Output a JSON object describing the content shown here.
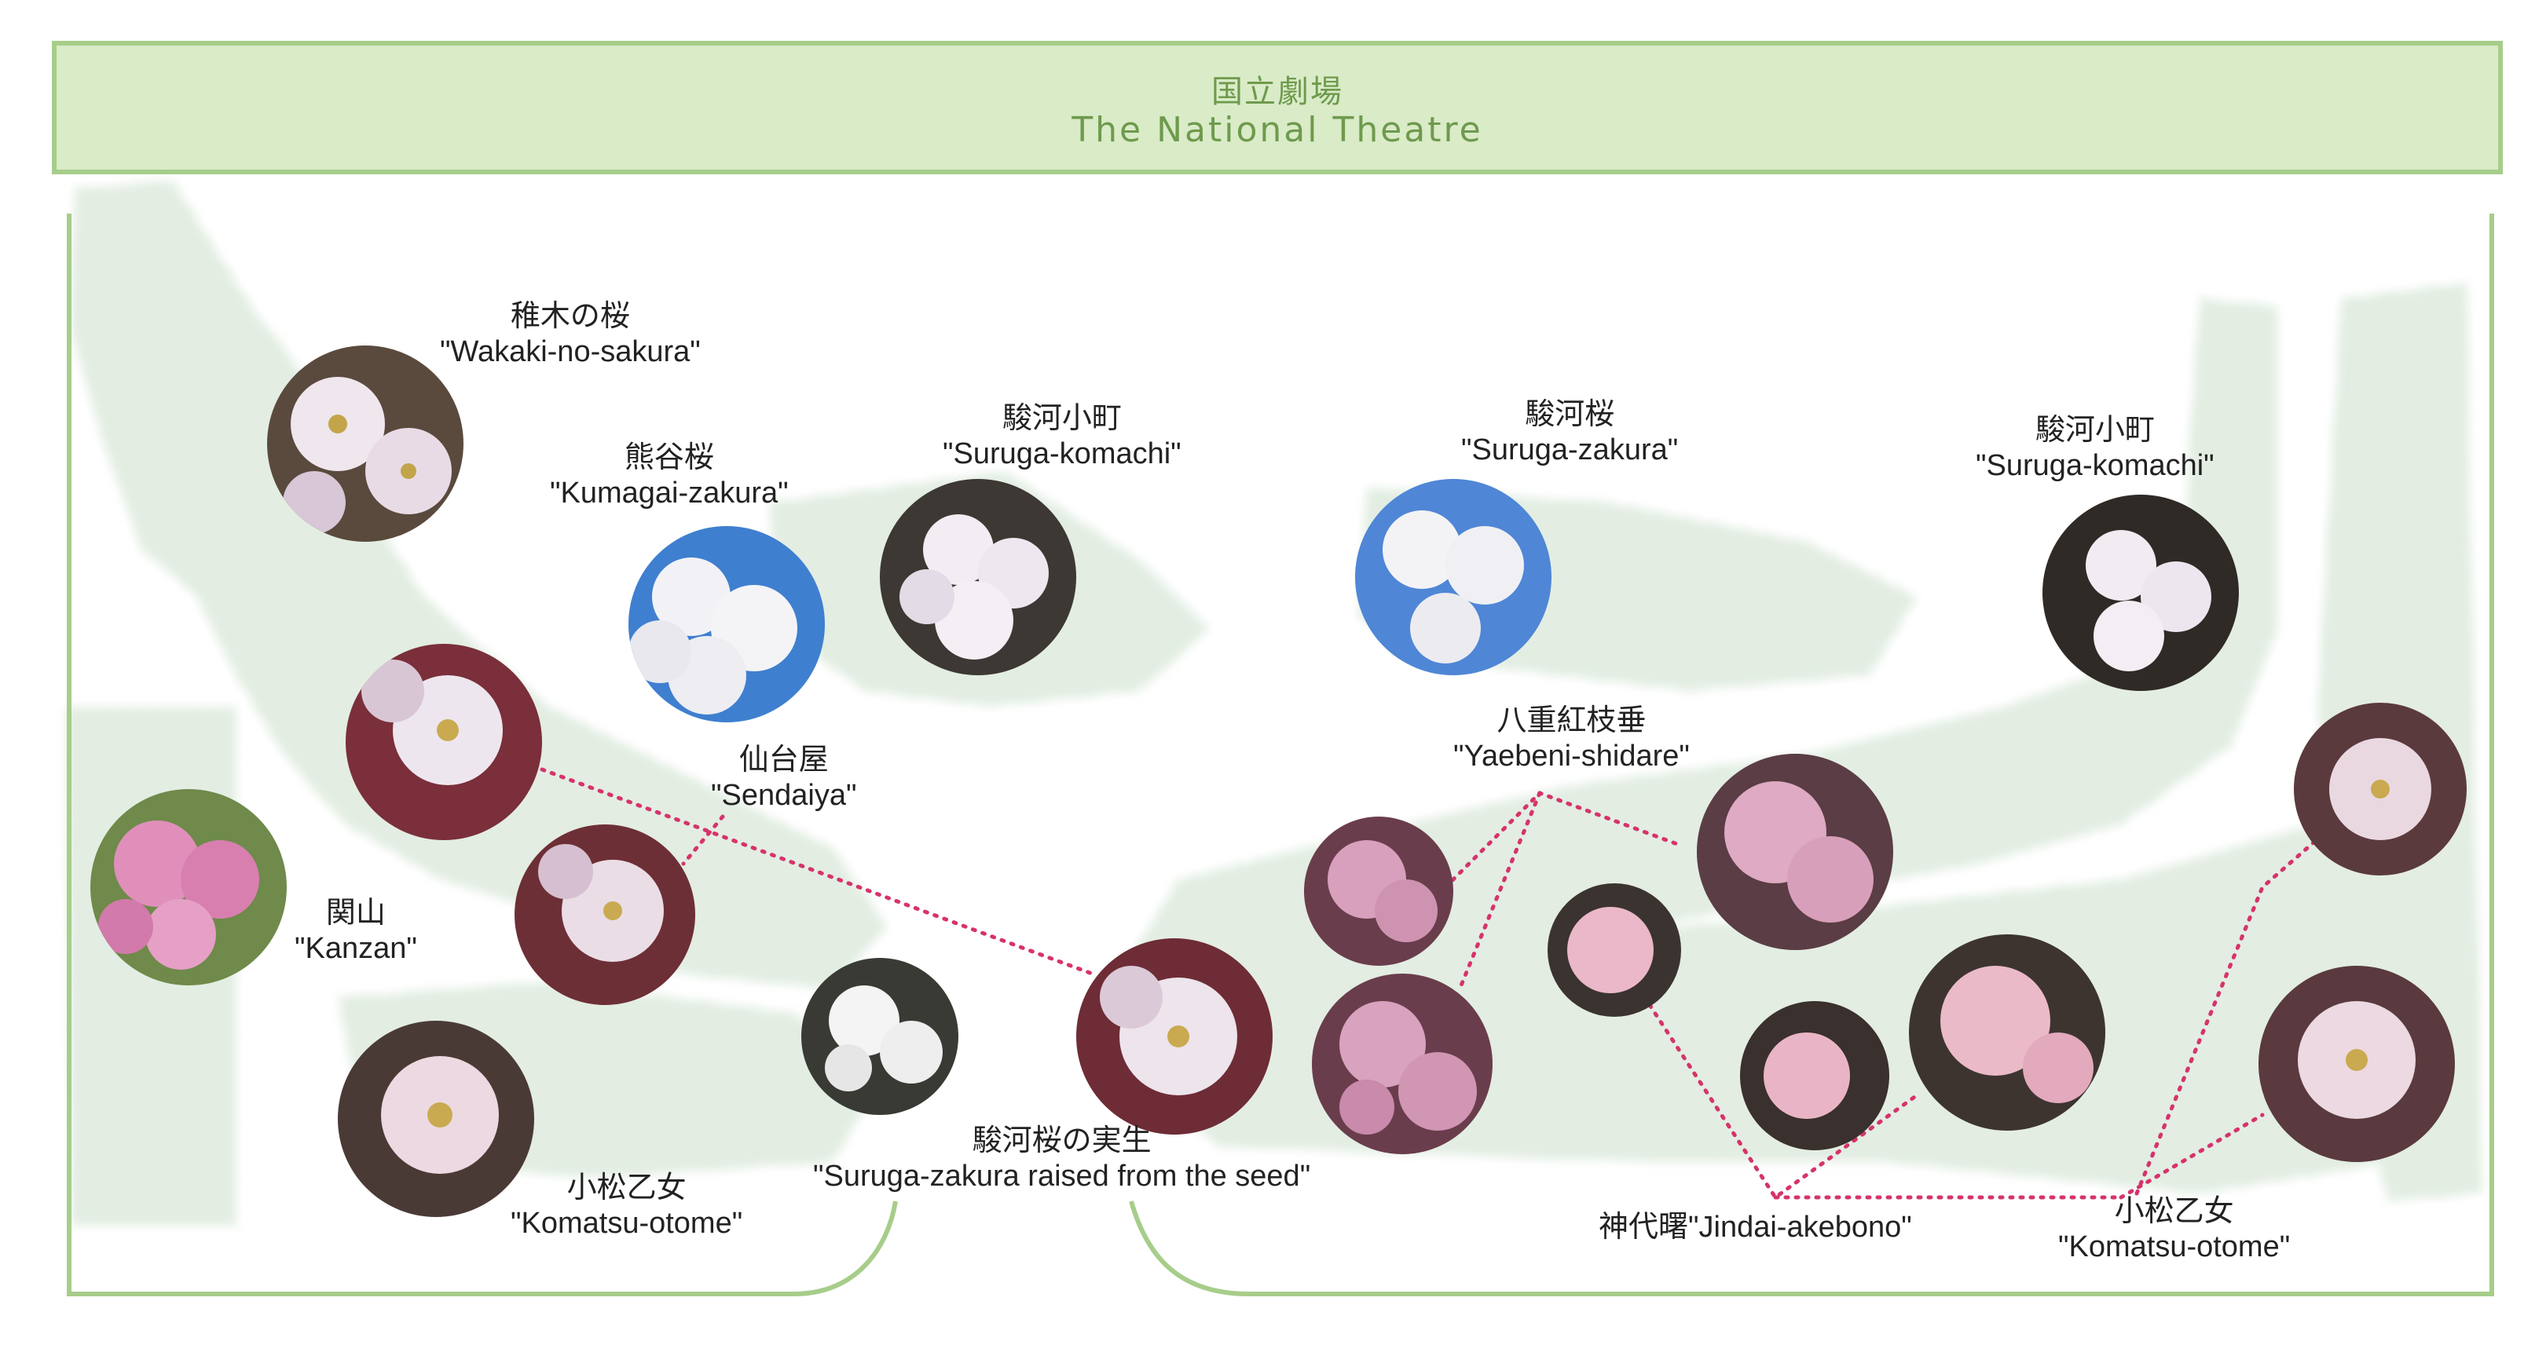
{
  "header": {
    "title_jp": "国立劇場",
    "title_en": "The National Theatre"
  },
  "colors": {
    "header_fill": "#d9ebc7",
    "header_border": "#a7cd8a",
    "header_text": "#6e9a4d",
    "outline": "#a7cd8a",
    "dot_green": "#9cc87a",
    "dot_blue": "#b9cfe6",
    "connector": "#d6336c"
  },
  "trees": [
    {
      "id": "wakaki",
      "jp": "稚木の桜",
      "en": "\"Wakaki-no-sakura\"",
      "photo": "white-pink-blossom",
      "color": "#e9d9e4"
    },
    {
      "id": "kumagai",
      "jp": "熊谷桜",
      "en": "\"Kumagai-zakura\"",
      "photo": "white-double-blossom-blue-sky",
      "color": "#eef0f5"
    },
    {
      "id": "suruga-komachi-1",
      "jp": "駿河小町",
      "en": "\"Suruga-komachi\"",
      "photo": "white-blossom-cluster",
      "color": "#ece8ee"
    },
    {
      "id": "suruga-zakura",
      "jp": "駿河桜",
      "en": "\"Suruga-zakura\"",
      "photo": "white-blossom-blue-sky",
      "color": "#eef1f6"
    },
    {
      "id": "suruga-komachi-2",
      "jp": "駿河小町",
      "en": "\"Suruga-komachi\"",
      "photo": "white-blossom-cluster",
      "color": "#ece8ee"
    },
    {
      "id": "sendaiya",
      "jp": "仙台屋",
      "en": "\"Sendaiya\"",
      "photo": "pale-pink-blossom",
      "color": "#e6cfd9"
    },
    {
      "id": "kanzan",
      "jp": "関山",
      "en": "\"Kanzan\"",
      "photo": "deep-pink-double-blossom",
      "color": "#d98bb3"
    },
    {
      "id": "yaebeni",
      "jp": "八重紅枝垂",
      "en": "\"Yaebeni-shidare\"",
      "photo": "pink-weeping-blossom",
      "color": "#d9a3bd"
    },
    {
      "id": "komatsu-1",
      "jp": "小松乙女",
      "en": "\"Komatsu-otome\"",
      "photo": "pale-pink-blossom",
      "color": "#e4c7d3"
    },
    {
      "id": "suruga-seed",
      "jp": "駿河桜の実生",
      "en": "\"Suruga-zakura raised from the seed\"",
      "photo": "white-blossom",
      "color": "#eeeeee"
    },
    {
      "id": "jindai",
      "jp": "神代曙",
      "en": "\"Jindai-akebono\"",
      "photo": "pink-blossom",
      "color": "#e8b6c6"
    },
    {
      "id": "komatsu-2",
      "jp": "小松乙女",
      "en": "\"Komatsu-otome\"",
      "photo": "pale-pink-blossom",
      "color": "#e4c7d3"
    }
  ]
}
